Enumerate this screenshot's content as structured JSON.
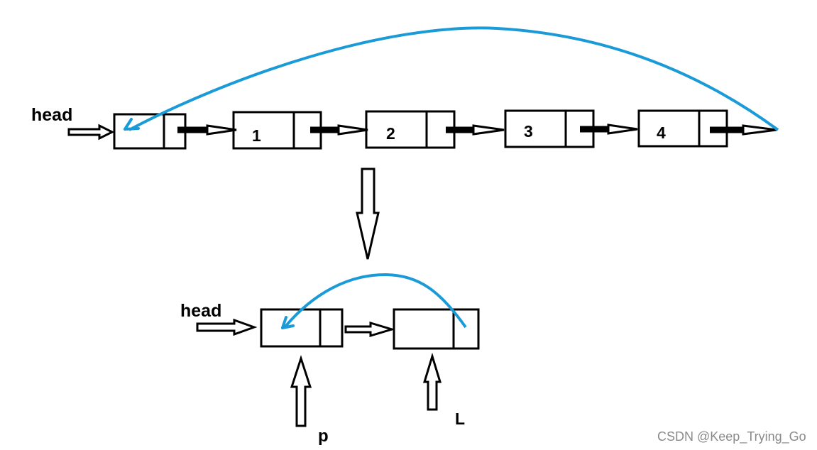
{
  "top_list": {
    "head_label": "head",
    "nodes": [
      {
        "value": ""
      },
      {
        "value": "1"
      },
      {
        "value": "2"
      },
      {
        "value": "3"
      },
      {
        "value": "4"
      }
    ]
  },
  "bottom_list": {
    "head_label": "head",
    "nodes": [
      {
        "value": ""
      },
      {
        "value": ""
      }
    ],
    "pointers": [
      {
        "label": "p"
      },
      {
        "label": "L"
      }
    ]
  },
  "watermark": "CSDN @Keep_Trying_Go",
  "colors": {
    "stroke": "#000000",
    "loop_arrow": "#1a9ad6",
    "watermark": "#8a8a8a"
  }
}
